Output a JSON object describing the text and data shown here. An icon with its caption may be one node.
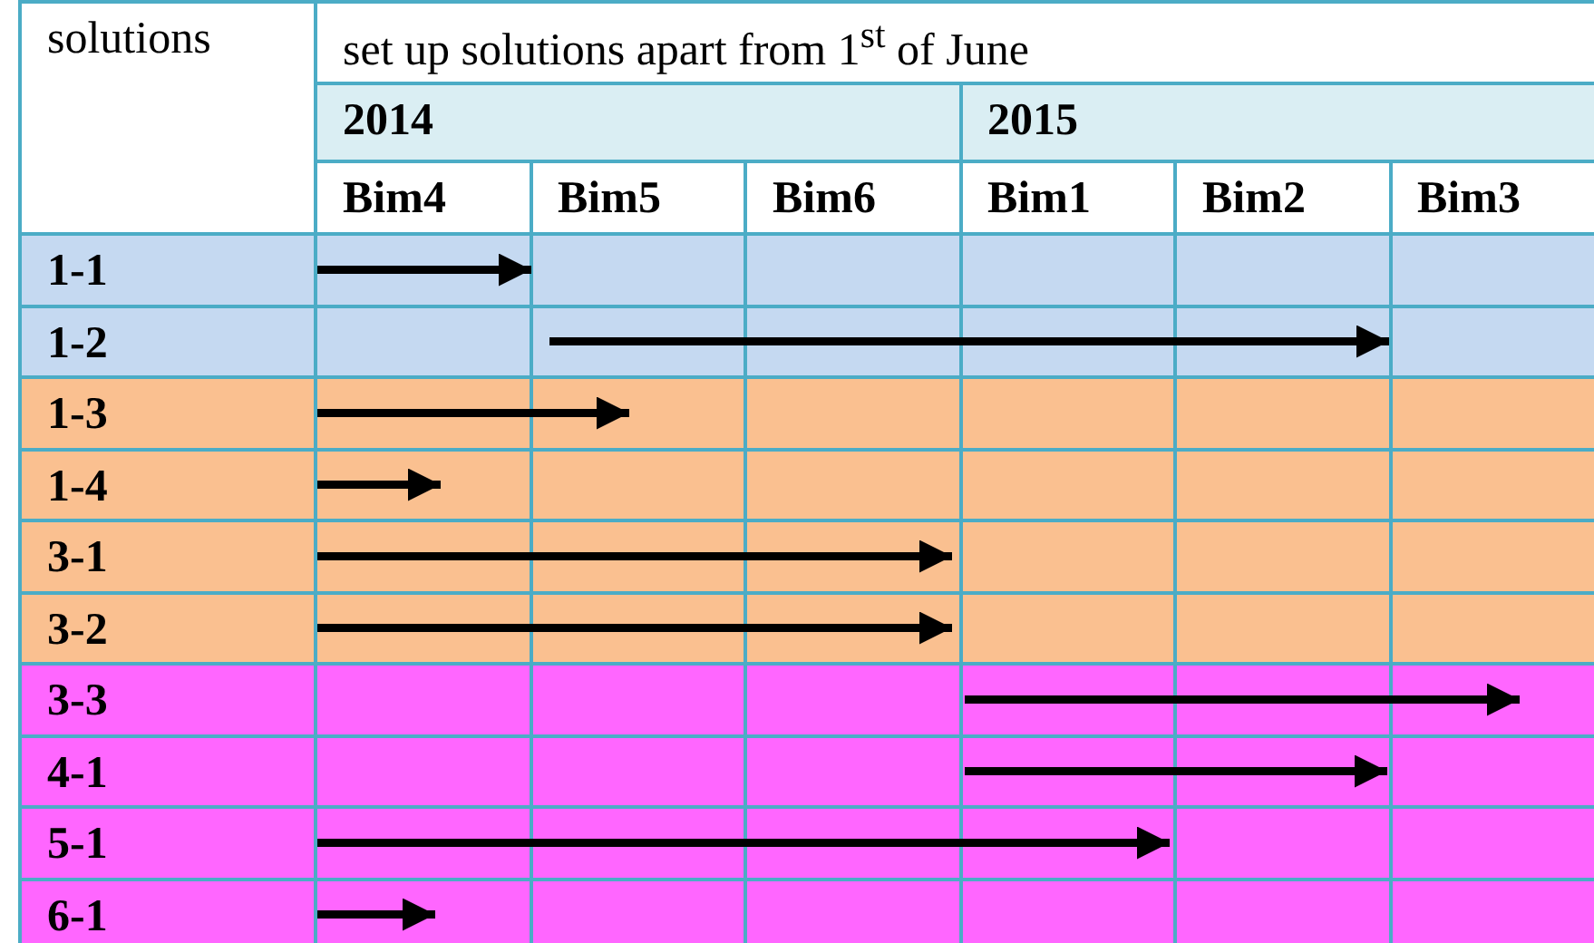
{
  "diagram": {
    "labels": [
      "solutions",
      "set up solutions apart from 1$^{st}$ of June",
      "2014",
      "2015",
      "Bim4",
      "Bim5",
      "Bim6",
      "Bim1",
      "Bim2",
      "Bim3",
      "1-1",
      "1-2",
      "1-3",
      "1-4",
      "3-1",
      "3-2",
      "3-3",
      "4-1",
      "5-1",
      "6-1"
    ]
  }
}
